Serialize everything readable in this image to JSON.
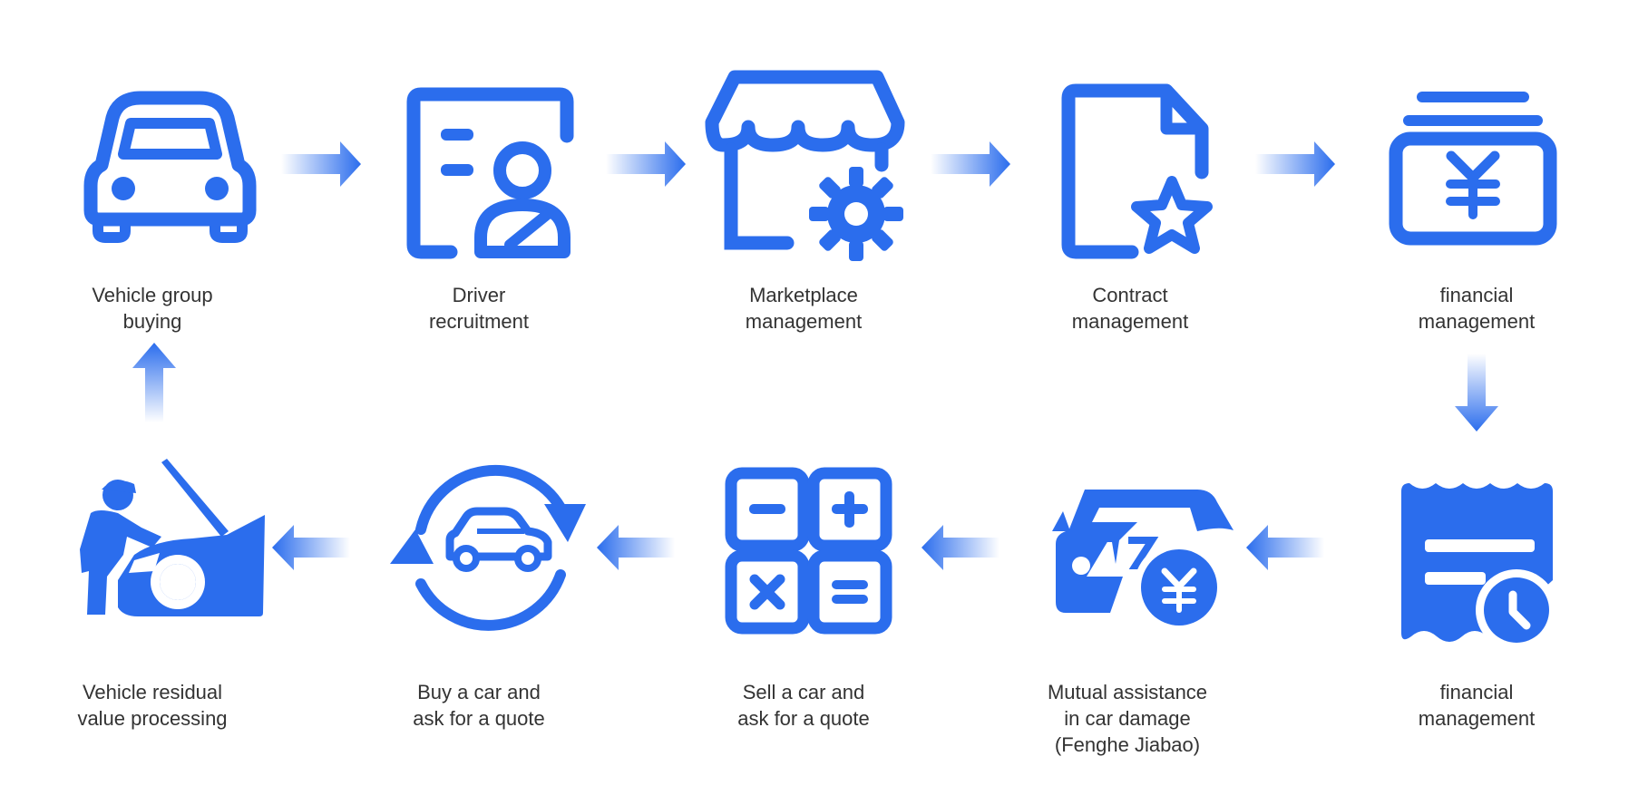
{
  "diagram": {
    "accent_color": "#2b6ded",
    "nodes": [
      {
        "id": "vehicle-group-buying",
        "icon": "car-icon",
        "label": "Vehicle group\nbuying"
      },
      {
        "id": "driver-recruitment",
        "icon": "driver-profile-icon",
        "label": "Driver\nrecruitment"
      },
      {
        "id": "marketplace-management",
        "icon": "store-gear-icon",
        "label": "Marketplace\nmanagement"
      },
      {
        "id": "contract-management",
        "icon": "document-star-icon",
        "label": "Contract\nmanagement"
      },
      {
        "id": "financial-management-1",
        "icon": "yuan-wallet-icon",
        "label": "financial\nmanagement"
      },
      {
        "id": "financial-management-2",
        "icon": "receipt-clock-icon",
        "label": "financial\nmanagement"
      },
      {
        "id": "mutual-assistance",
        "icon": "damaged-car-yuan-icon",
        "label": "Mutual assistance\nin car damage\n(Fenghe Jiabao)"
      },
      {
        "id": "sell-a-car",
        "icon": "calculator-icon",
        "label": "Sell a car and\nask for a quote"
      },
      {
        "id": "buy-a-car",
        "icon": "car-cycle-icon",
        "label": "Buy a car and\nask for a quote"
      },
      {
        "id": "vehicle-residual-value",
        "icon": "mechanic-repair-icon",
        "label": "Vehicle residual\nvalue processing"
      }
    ]
  }
}
